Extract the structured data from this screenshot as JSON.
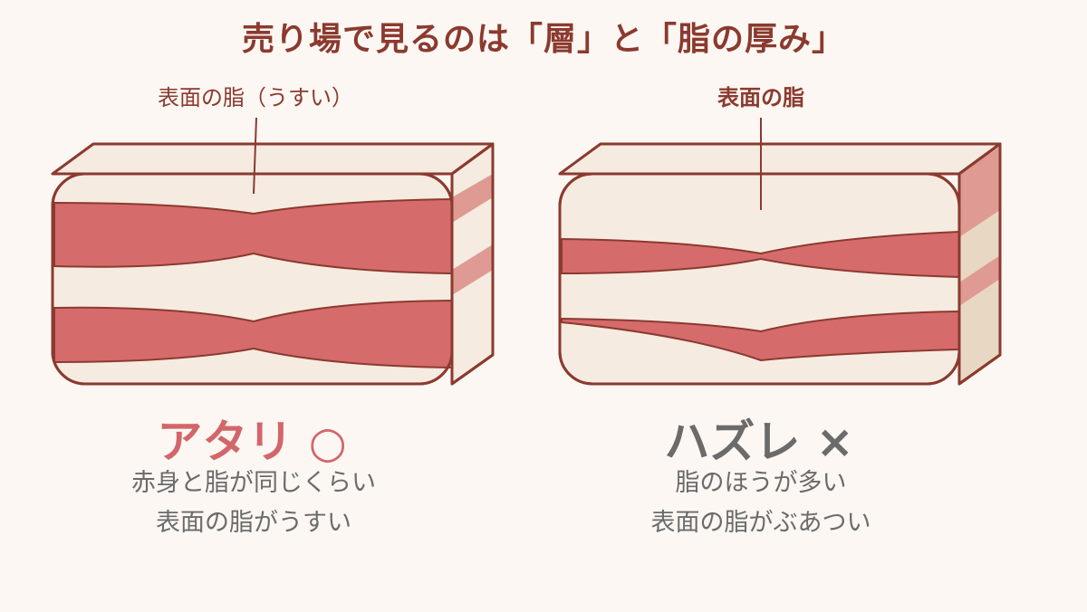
{
  "title": "売り場で見るのは「層」と「脂の厚み」",
  "left": {
    "callout": "表面の脂（うすい）",
    "verdict": "アタリ",
    "verdict_mark": "○",
    "desc_line1": "赤身と脂が同じくらい",
    "desc_line2": "表面の脂がうすい"
  },
  "right": {
    "callout": "表面の脂",
    "verdict": "ハズレ",
    "verdict_mark": "×",
    "desc_line1": "脂のほうが多い",
    "desc_line2": "表面の脂がぶあつい"
  },
  "colors": {
    "background": "#fcf7f2",
    "outline": "#8b3a2f",
    "fat": "#f6ebe0",
    "meat": "#d66b6b",
    "side_fat": "#e8d8c3",
    "side_meat": "#df9a93",
    "good": "#d2666a",
    "bad": "#6b6b6b"
  }
}
